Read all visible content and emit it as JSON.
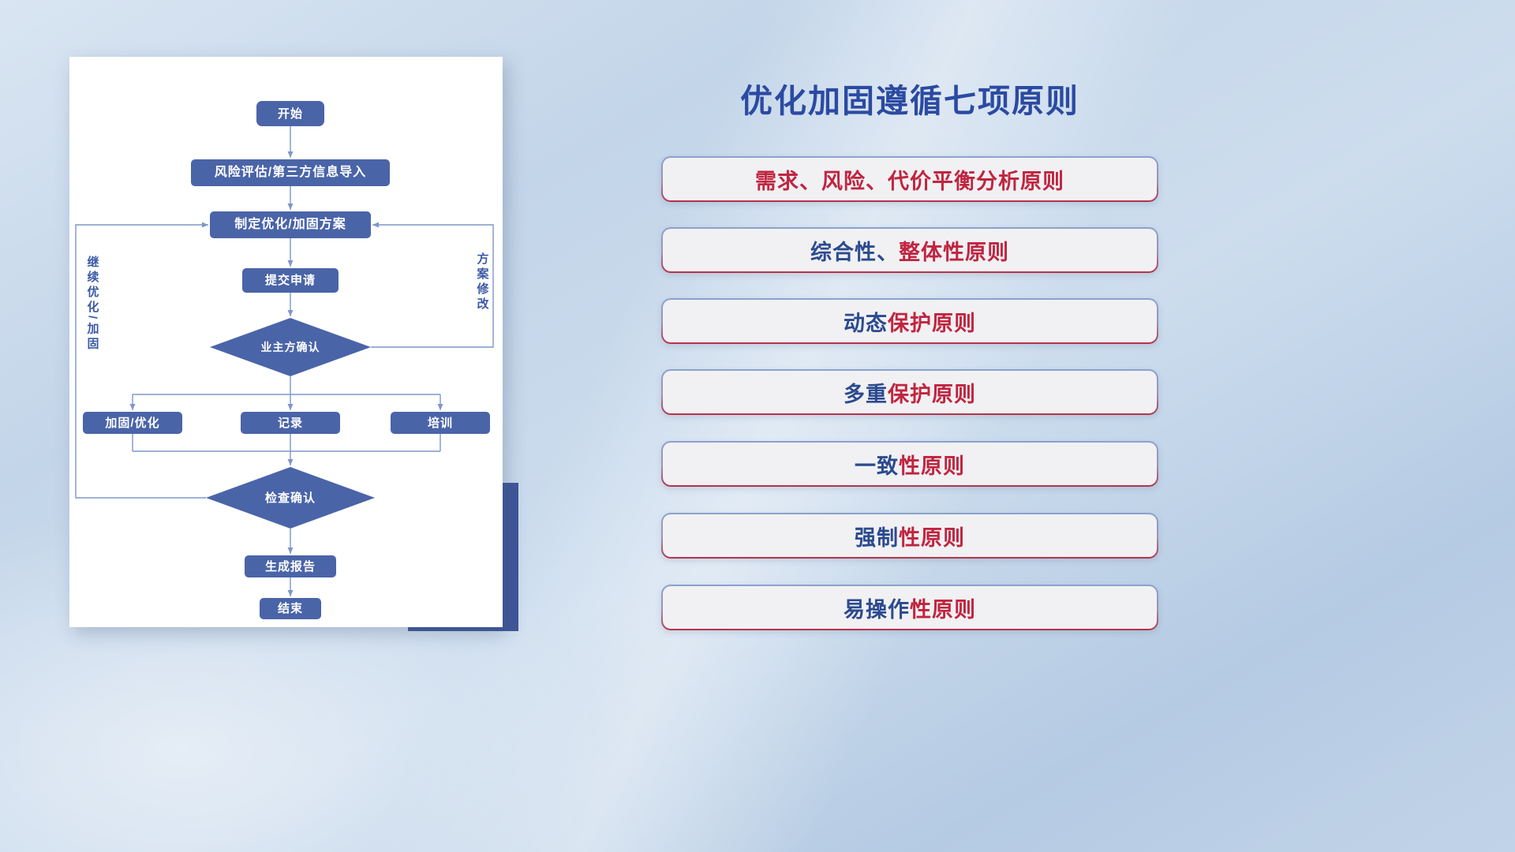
{
  "flowchart": {
    "nodes": {
      "start": "开始",
      "risk": "风险评估/第三方信息导入",
      "plan": "制定优化/加固方案",
      "submit": "提交申请",
      "owner_confirm": "业主方确认",
      "reinforce": "加固/优化",
      "record": "记录",
      "training": "培训",
      "check_confirm": "检查确认",
      "report": "生成报告",
      "end": "结束"
    },
    "edge_labels": {
      "left": "继续优化/加固",
      "right": "方案修改"
    },
    "node_color": "#4a64a8",
    "line_color": "#7d97c9"
  },
  "right_panel": {
    "title": "优化加固遵循七项原则",
    "title_color": "#2b4aa2",
    "text_blue": "#2c4a8f",
    "text_red": "#c02540",
    "principles": [
      {
        "part1": "",
        "part2": "需求、风险、代价平衡分析原则"
      },
      {
        "part1": "综合性、",
        "part2": "整体性原则"
      },
      {
        "part1": "动态",
        "part2": "保护原则"
      },
      {
        "part1": "多重",
        "part2": "保护原则"
      },
      {
        "part1": "一致",
        "part2": "性原则"
      },
      {
        "part1": "强制",
        "part2": "性原则"
      },
      {
        "part1": "易操作",
        "part2": "性原则"
      }
    ]
  }
}
